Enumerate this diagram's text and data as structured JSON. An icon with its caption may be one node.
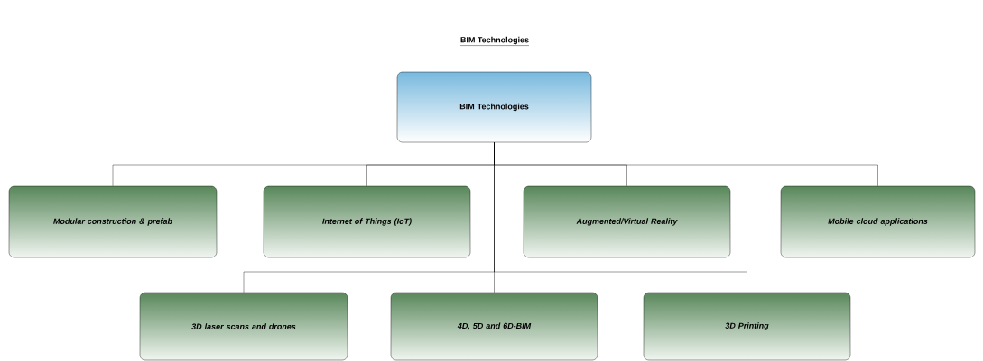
{
  "diagram": {
    "title": "BIM Technologies",
    "nodes": [
      {
        "text": [
          "BIM Technologies"
        ]
      },
      {
        "text": [
          "Modular construction & prefab"
        ]
      },
      {
        "text": [
          "Internet of Things (IoT)"
        ]
      },
      {
        "text": [
          "Augmented/Virtual Reality"
        ]
      },
      {
        "text": [
          "Mobile cloud applications"
        ]
      },
      {
        "text": [
          "3D laser scans and drones"
        ]
      },
      {
        "text": [
          "4D, 5D and 6D-BIM"
        ]
      },
      {
        "text": [
          "3D Printing"
        ]
      }
    ],
    "edges": [
      {
        "from": 0,
        "to": 1,
        "arrow": "none"
      },
      {
        "from": 0,
        "to": 2,
        "arrow": "none"
      },
      {
        "from": 0,
        "to": 3,
        "arrow": "none"
      },
      {
        "from": 0,
        "to": 4,
        "arrow": "none"
      },
      {
        "from": 0,
        "to": 5,
        "arrow": "none"
      },
      {
        "from": 0,
        "to": 6,
        "arrow": "none"
      },
      {
        "from": 0,
        "to": 7,
        "arrow": "none"
      }
    ]
  }
}
